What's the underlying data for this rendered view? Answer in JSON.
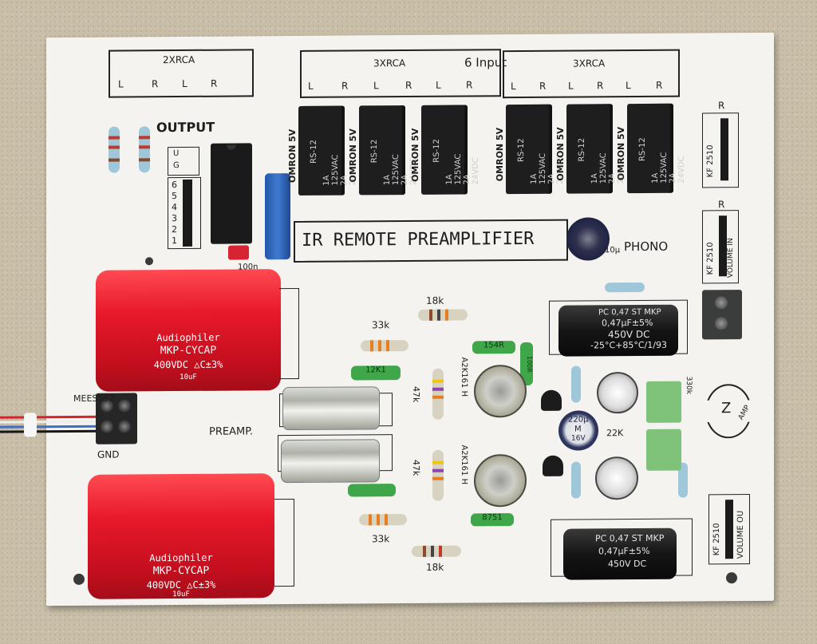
{
  "board": {
    "title": "IR REMOTE PREAMPLIFIER",
    "output_label": "OUTPUT",
    "phono_label": "PHONO",
    "preamp_label": "PREAMP.",
    "gnd_label": "GND",
    "inputs_label": "6 Input",
    "connector_left": {
      "title": "2XRCA",
      "pins": [
        "L",
        "R",
        "L",
        "R"
      ]
    },
    "connector_mid": {
      "title": "3XRCA",
      "pins": [
        "L",
        "R",
        "L",
        "R",
        "L",
        "R"
      ]
    },
    "connector_right": {
      "title": "3XRCA",
      "pins": [
        "L",
        "R",
        "L",
        "R",
        "L",
        "R"
      ]
    },
    "header_numbers": [
      "6",
      "5",
      "4",
      "3",
      "2",
      "1"
    ],
    "header_small": [
      "U",
      "G"
    ],
    "mees_label": "MEES152",
    "label_100n": "100n",
    "label_22k": "22K",
    "label_330k": "330k",
    "label_r": "R",
    "kf_labels": [
      "KF 2510",
      "KF 2510",
      "KF 2510"
    ],
    "volume_label": "VOLUME IN",
    "volume_out_label": "VOLUME OU"
  },
  "relays": [
    {
      "brand": "OMRON 5V",
      "model": "RS-12",
      "rating": "1A 125VAC 2A 24VDC"
    },
    {
      "brand": "OMRON 5V",
      "model": "RS-12",
      "rating": "1A 125VAC 2A 24VDC"
    },
    {
      "brand": "OMRON 5V",
      "model": "RS-12",
      "rating": "1A 125VAC 2A 24VDC"
    },
    {
      "brand": "OMRON 5V",
      "model": "RS-12",
      "rating": "1A 125VAC 2A 24VDC"
    },
    {
      "brand": "OMRON 5V",
      "model": "RS-12",
      "rating": "1A 125VAC 2A 24VDC"
    },
    {
      "brand": "OMRON 5V",
      "model": "RS-12",
      "rating": "1A 125VAC 2A 24VDC"
    }
  ],
  "resistor_labels": {
    "r18k_top": "18k",
    "r33k_top": "33k",
    "r47k_top": "47k",
    "r47k_bottom": "47k",
    "r33k_bottom": "33k",
    "r18k_bottom": "18k",
    "r154r": "154R",
    "r12k1": "12K1",
    "r100r": "100R",
    "r875r": "8751",
    "tube_a": "A2K161 H",
    "tube_b": "A2K161 H"
  },
  "capacitors": {
    "red_top": {
      "brand": "Audiophiler",
      "model": "MKP-CYCAP",
      "rating": "400VDC  △C±3%",
      "value": "10uF"
    },
    "red_bottom": {
      "brand": "Audiophiler",
      "model": "MKP-CYCAP",
      "rating": "400VDC  △C±3%",
      "value": "10uF"
    },
    "black_top": {
      "line1": "PC 0,47 ST MKP",
      "line2": "0,47μF±5%",
      "line3": "450V DC",
      "line4": "-25°C+85°C/1/93"
    },
    "black_bottom": {
      "line1": "PC 0,47 ST MKP",
      "line2": "0,47μF±5%",
      "line3": "450V DC"
    },
    "electrolytic": {
      "line1": "220μ",
      "line2": "M",
      "line3": "16V"
    },
    "phono_cap": "10μ"
  },
  "amp_logo": {
    "letter": "Z",
    "word": "AMP"
  },
  "colors": {
    "board": "#f4f3ef",
    "cap_red": "#e8192b",
    "relay": "#1e1e1e",
    "silk": "#1d1d1d",
    "background": "#c9bfa9"
  }
}
